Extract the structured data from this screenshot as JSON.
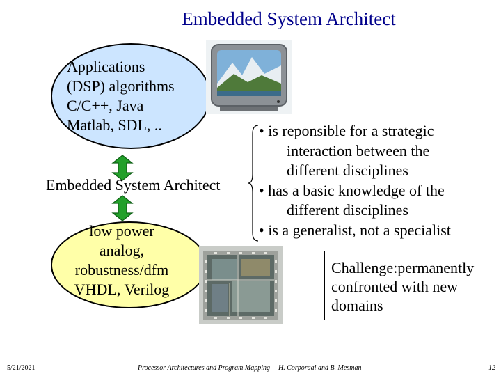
{
  "title": "Embedded System Architect",
  "top_ellipse": {
    "lines": [
      "Applications",
      "(DSP) algorithms",
      "C/C++, Java",
      "Matlab, SDL, .."
    ]
  },
  "center_label": "Embedded System Architect",
  "bottom_ellipse": {
    "lines": [
      "low power",
      "analog,",
      "robustness/dfm",
      "VHDL, Verilog"
    ]
  },
  "bullets": [
    {
      "first": "• is reponsible for a strategic",
      "cont": [
        "interaction between the",
        "different disciplines"
      ]
    },
    {
      "first": "• has a basic knowledge of the",
      "cont": [
        "different disciplines"
      ]
    },
    {
      "first": "• is a generalist, not a specialist",
      "cont": []
    }
  ],
  "challenge": [
    "Challenge:permanently",
    "confronted with new",
    "domains"
  ],
  "footer": {
    "date": "5/21/2021",
    "course": "Processor Architectures and Program Mapping",
    "authors": "H. Corporaal and B. Mesman",
    "page": "12"
  },
  "colors": {
    "title": "#00008b",
    "top_ellipse_fill": "#cce5ff",
    "bottom_ellipse_fill": "#ffffa8",
    "arrow_fill": "#22a02a"
  },
  "icons": {
    "tv": "tv-image",
    "chip": "chip-image",
    "arrows": "double-arrow-icon"
  }
}
